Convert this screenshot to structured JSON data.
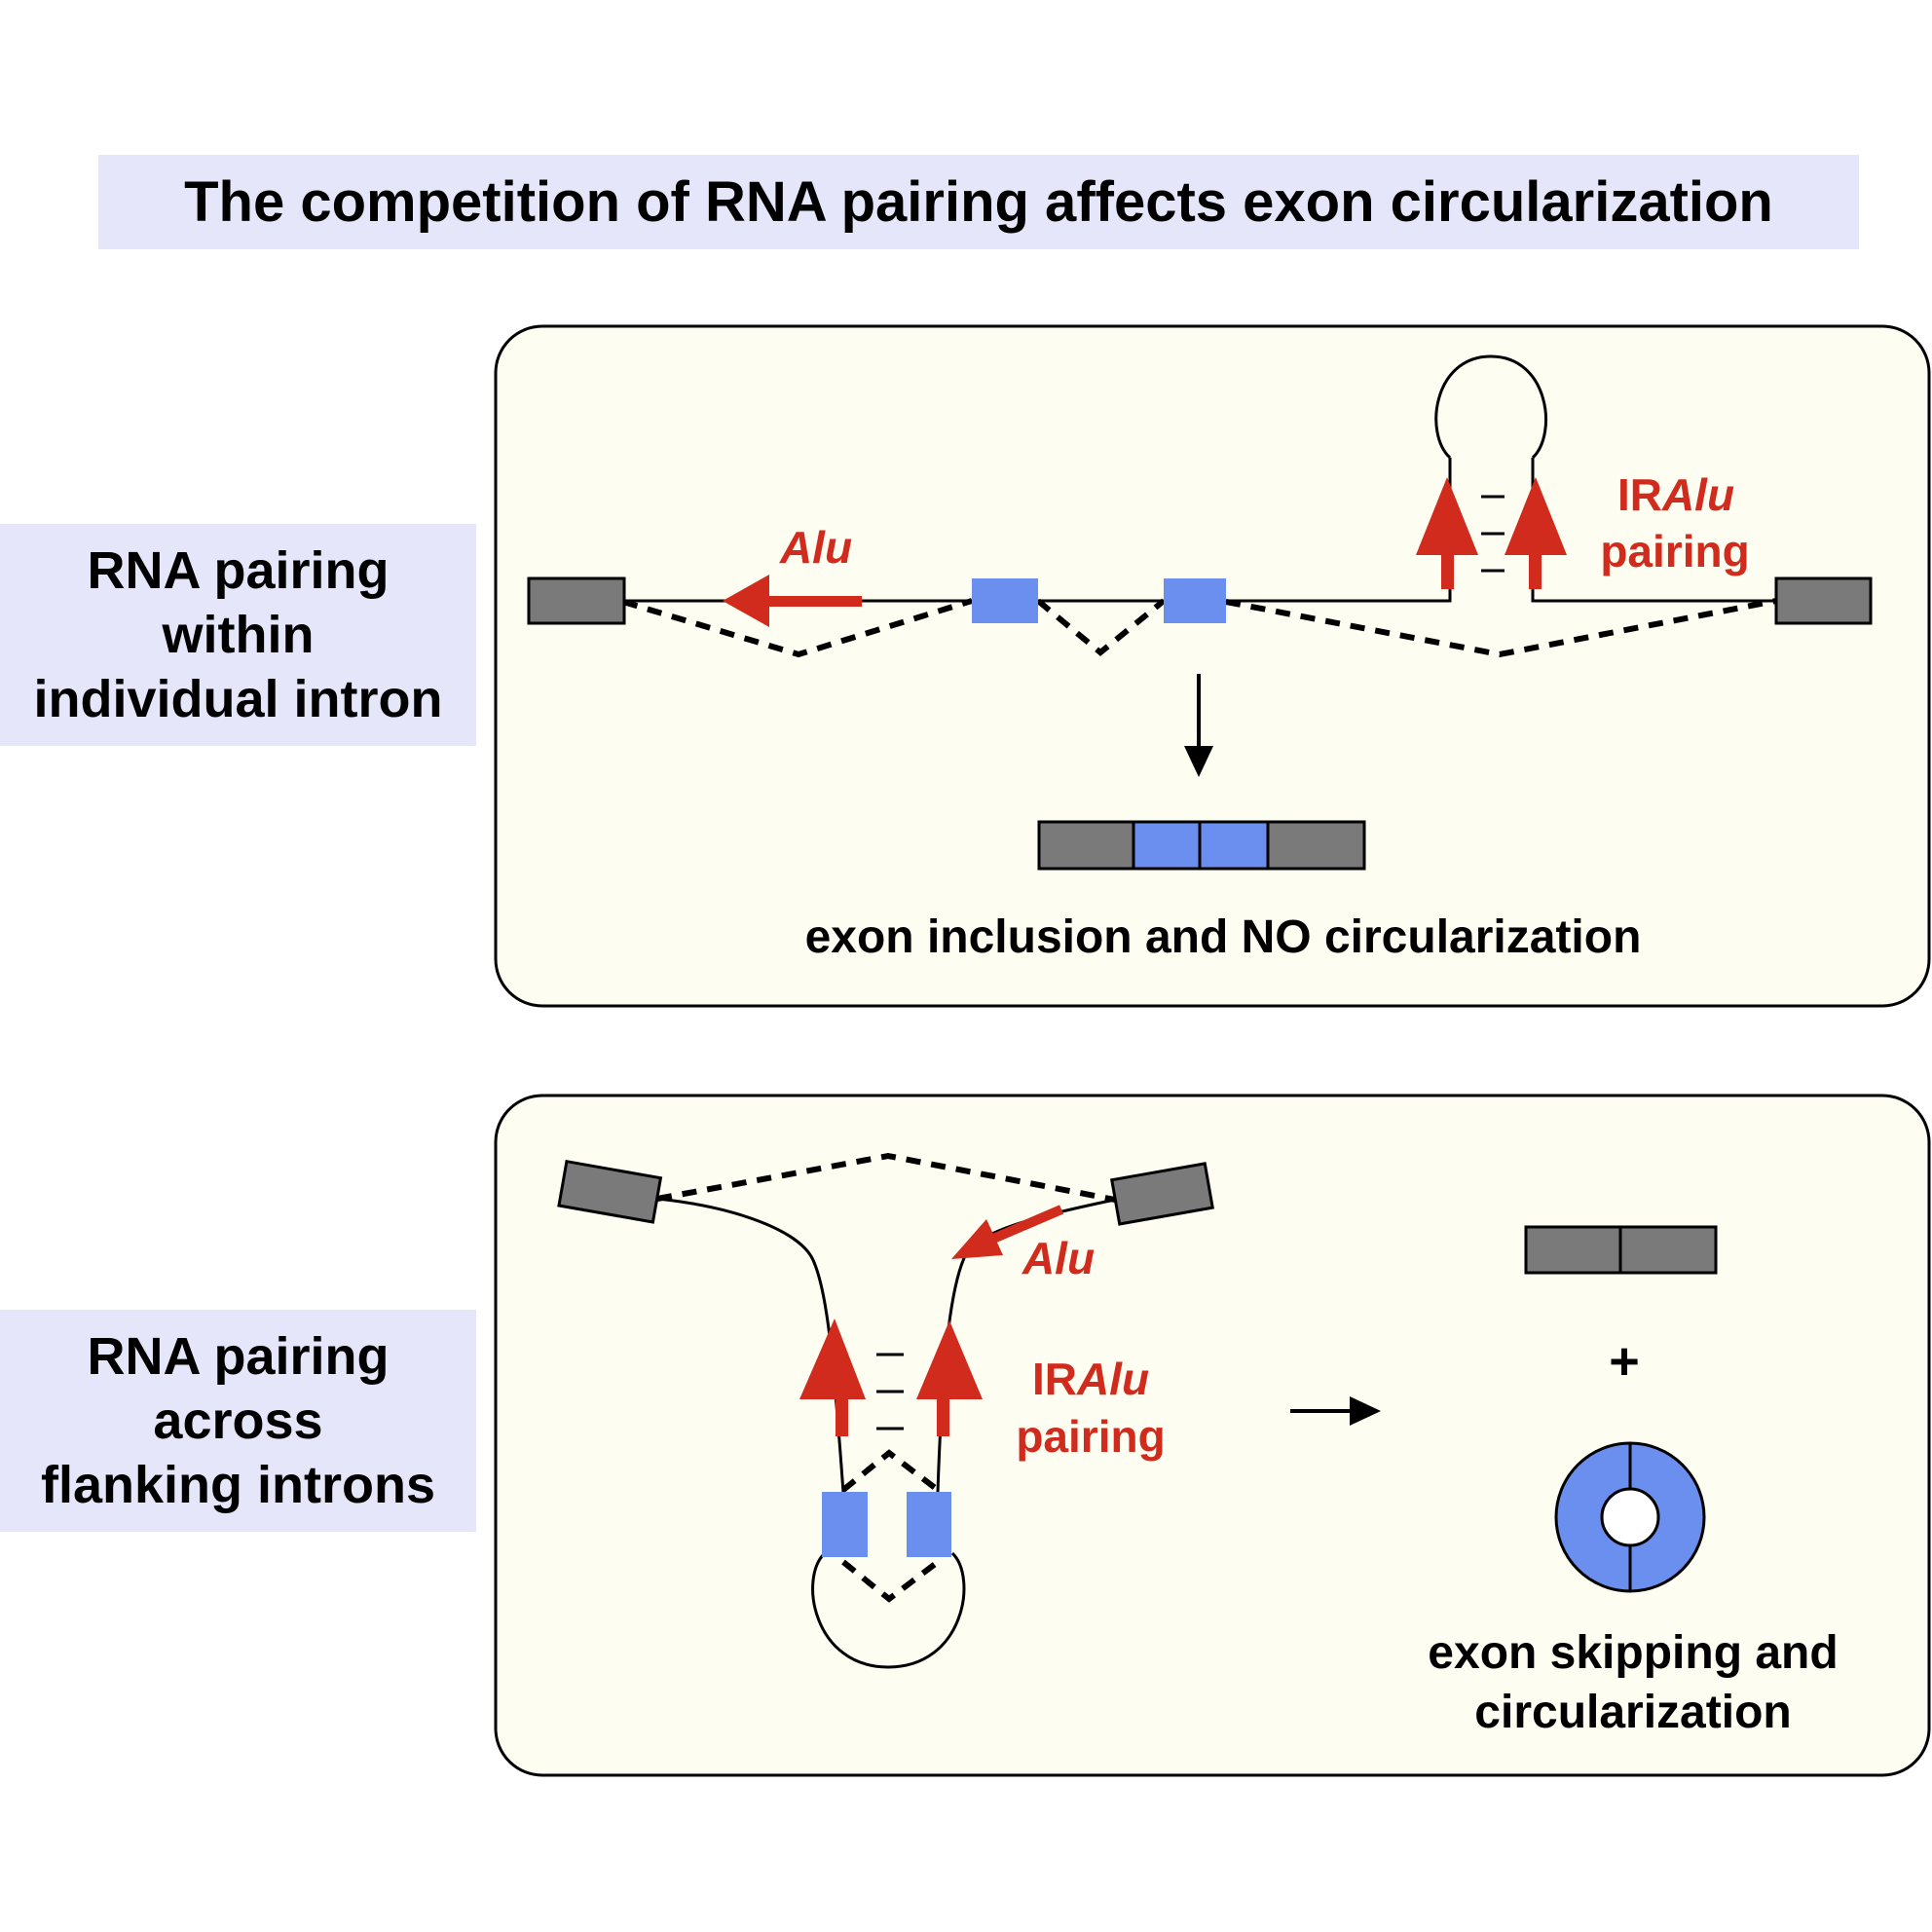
{
  "title": "The competition of RNA pairing affects exon circularization",
  "colors": {
    "title_band": "#e6e6fa",
    "panel_fill": "#fdfdf1",
    "flanking_exon": "#7a7a7a",
    "circular_exon": "#6a8fee",
    "alu": "#d02b1d",
    "line": "#000000"
  },
  "panel_top": {
    "side_label": [
      "RNA pairing",
      "within",
      "individual intron"
    ],
    "alu_label": "Alu",
    "iralu_prefix": "IR",
    "iralu_italic": "Alu",
    "pairing_word": "pairing",
    "outcome": "exon inclusion and NO circularization"
  },
  "panel_bottom": {
    "side_label": [
      "RNA pairing",
      "across",
      "flanking introns"
    ],
    "alu_label": "Alu",
    "iralu_prefix": "IR",
    "iralu_italic": "Alu",
    "pairing_word": "pairing",
    "plus_sign": "+",
    "outcome": [
      "exon skipping and",
      "circularization"
    ]
  },
  "icons": {
    "alu_arrow": "arrow-icon",
    "process_arrow": "arrow-icon"
  }
}
